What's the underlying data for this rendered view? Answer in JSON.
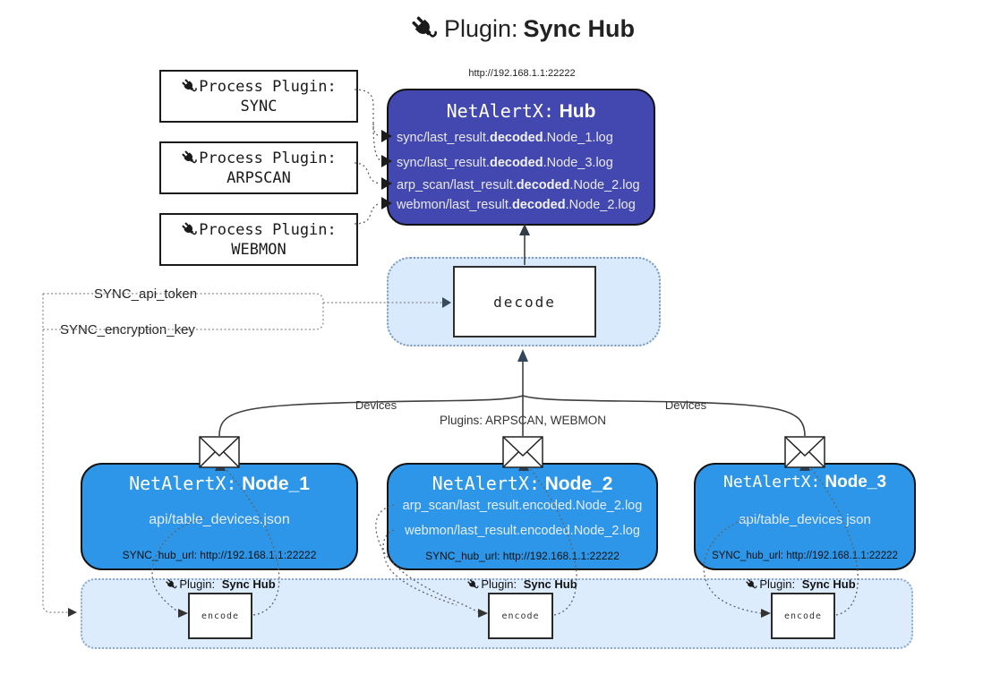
{
  "title": {
    "prefix": "Plugin:",
    "name": "Sync Hub"
  },
  "hub": {
    "url": "http://192.168.1.1:22222",
    "name_prefix": "NetAlertX:",
    "name": "Hub",
    "logs": [
      {
        "pre": "sync/last_result.",
        "mid": "decoded",
        "post": ".Node_1.log"
      },
      {
        "pre": "sync/last_result.",
        "mid": "decoded",
        "post": ".Node_3.log"
      },
      {
        "pre": "arp_scan/last_result.",
        "mid": "decoded",
        "post": ".Node_2.log"
      },
      {
        "pre": "webmon/last_result.",
        "mid": "decoded",
        "post": ".Node_2.log"
      }
    ]
  },
  "process_plugins": [
    {
      "label": "Process Plugin:",
      "name": "SYNC"
    },
    {
      "label": "Process Plugin:",
      "name": "ARPSCAN"
    },
    {
      "label": "Process Plugin:",
      "name": "WEBMON"
    }
  ],
  "decode": {
    "label": "decode"
  },
  "secrets": {
    "api_token": "SYNC_api_token",
    "encryption_key": "SYNC_encryption_key"
  },
  "edges": {
    "devices_left": "Devices",
    "devices_right": "Devices",
    "plugins_mid": "Plugins: ARPSCAN, WEBMON"
  },
  "nodes": [
    {
      "name_prefix": "NetAlertX:",
      "name": "Node_1",
      "files": [
        "api/table_devices.json"
      ],
      "hub_url": "SYNC_hub_url: http://192.168.1.1:22222"
    },
    {
      "name_prefix": "NetAlertX:",
      "name": "Node_2",
      "files": [
        "arp_scan/last_result.encoded.Node_2.log",
        "webmon/last_result.encoded.Node_2.log"
      ],
      "hub_url": "SYNC_hub_url: http://192.168.1.1:22222"
    },
    {
      "name_prefix": "NetAlertX:",
      "name": "Node_3",
      "files": [
        "api/table_devices.json"
      ],
      "hub_url": "SYNC_hub_url: http://192.168.1.1:22222"
    }
  ],
  "encode_band": {
    "plugin_prefix": "Plugin:",
    "plugin_name": "Sync Hub",
    "encode_label": "encode"
  },
  "colors": {
    "hub_fill": "#4348b0",
    "node_fill": "#2e96e8",
    "decode_band_fill": "#d8eafb",
    "encode_band_fill": "#dcecfc",
    "hub_text": "#e8e8e8",
    "node_text": "#e4edf8",
    "arrowhead": "#32455c"
  }
}
